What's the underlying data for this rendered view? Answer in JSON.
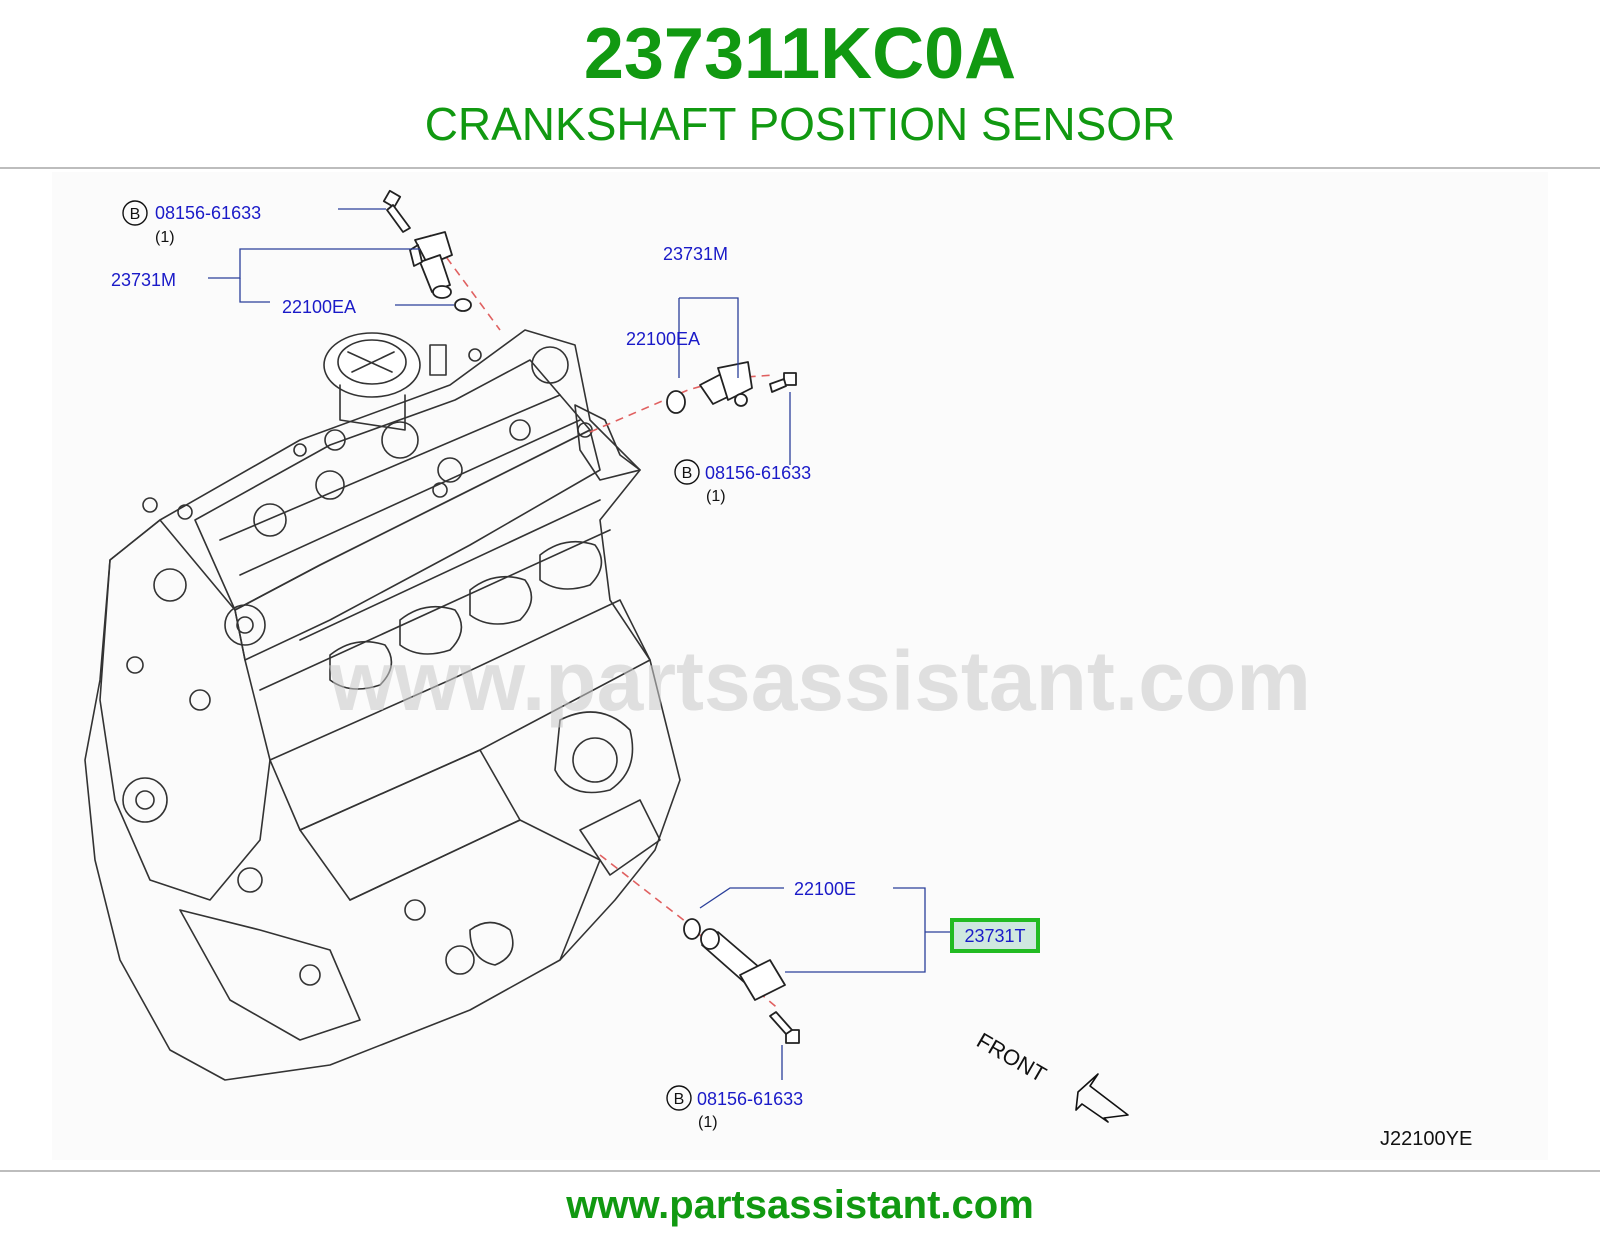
{
  "header": {
    "part_number": "237311KC0A",
    "part_name": "CRANKSHAFT POSITION SENSOR"
  },
  "diagram": {
    "callouts": [
      {
        "id": "bolt-top",
        "marker": "B",
        "code": "08156-61633",
        "qty": "(1)"
      },
      {
        "id": "cam-sensor-left",
        "code": "23731M"
      },
      {
        "id": "oring-left",
        "code": "22100EA"
      },
      {
        "id": "cam-sensor-right",
        "code": "23731M"
      },
      {
        "id": "oring-right",
        "code": "22100EA"
      },
      {
        "id": "bolt-right",
        "marker": "B",
        "code": "08156-61633",
        "qty": "(1)"
      },
      {
        "id": "oring-crank",
        "code": "22100E"
      },
      {
        "id": "crank-sensor",
        "code": "23731T",
        "highlighted": true
      },
      {
        "id": "bolt-bottom",
        "marker": "B",
        "code": "08156-61633",
        "qty": "(1)"
      }
    ],
    "front_label": "FRONT",
    "watermark": "www.partsassistant.com",
    "diagram_code": "J22100YE"
  },
  "colors": {
    "brand_green": "#119911",
    "callout_blue": "#1a1ac8",
    "highlight_green": "#22bb22",
    "highlight_fill": "#cfe8df"
  },
  "footer": {
    "url": "www.partsassistant.com"
  }
}
